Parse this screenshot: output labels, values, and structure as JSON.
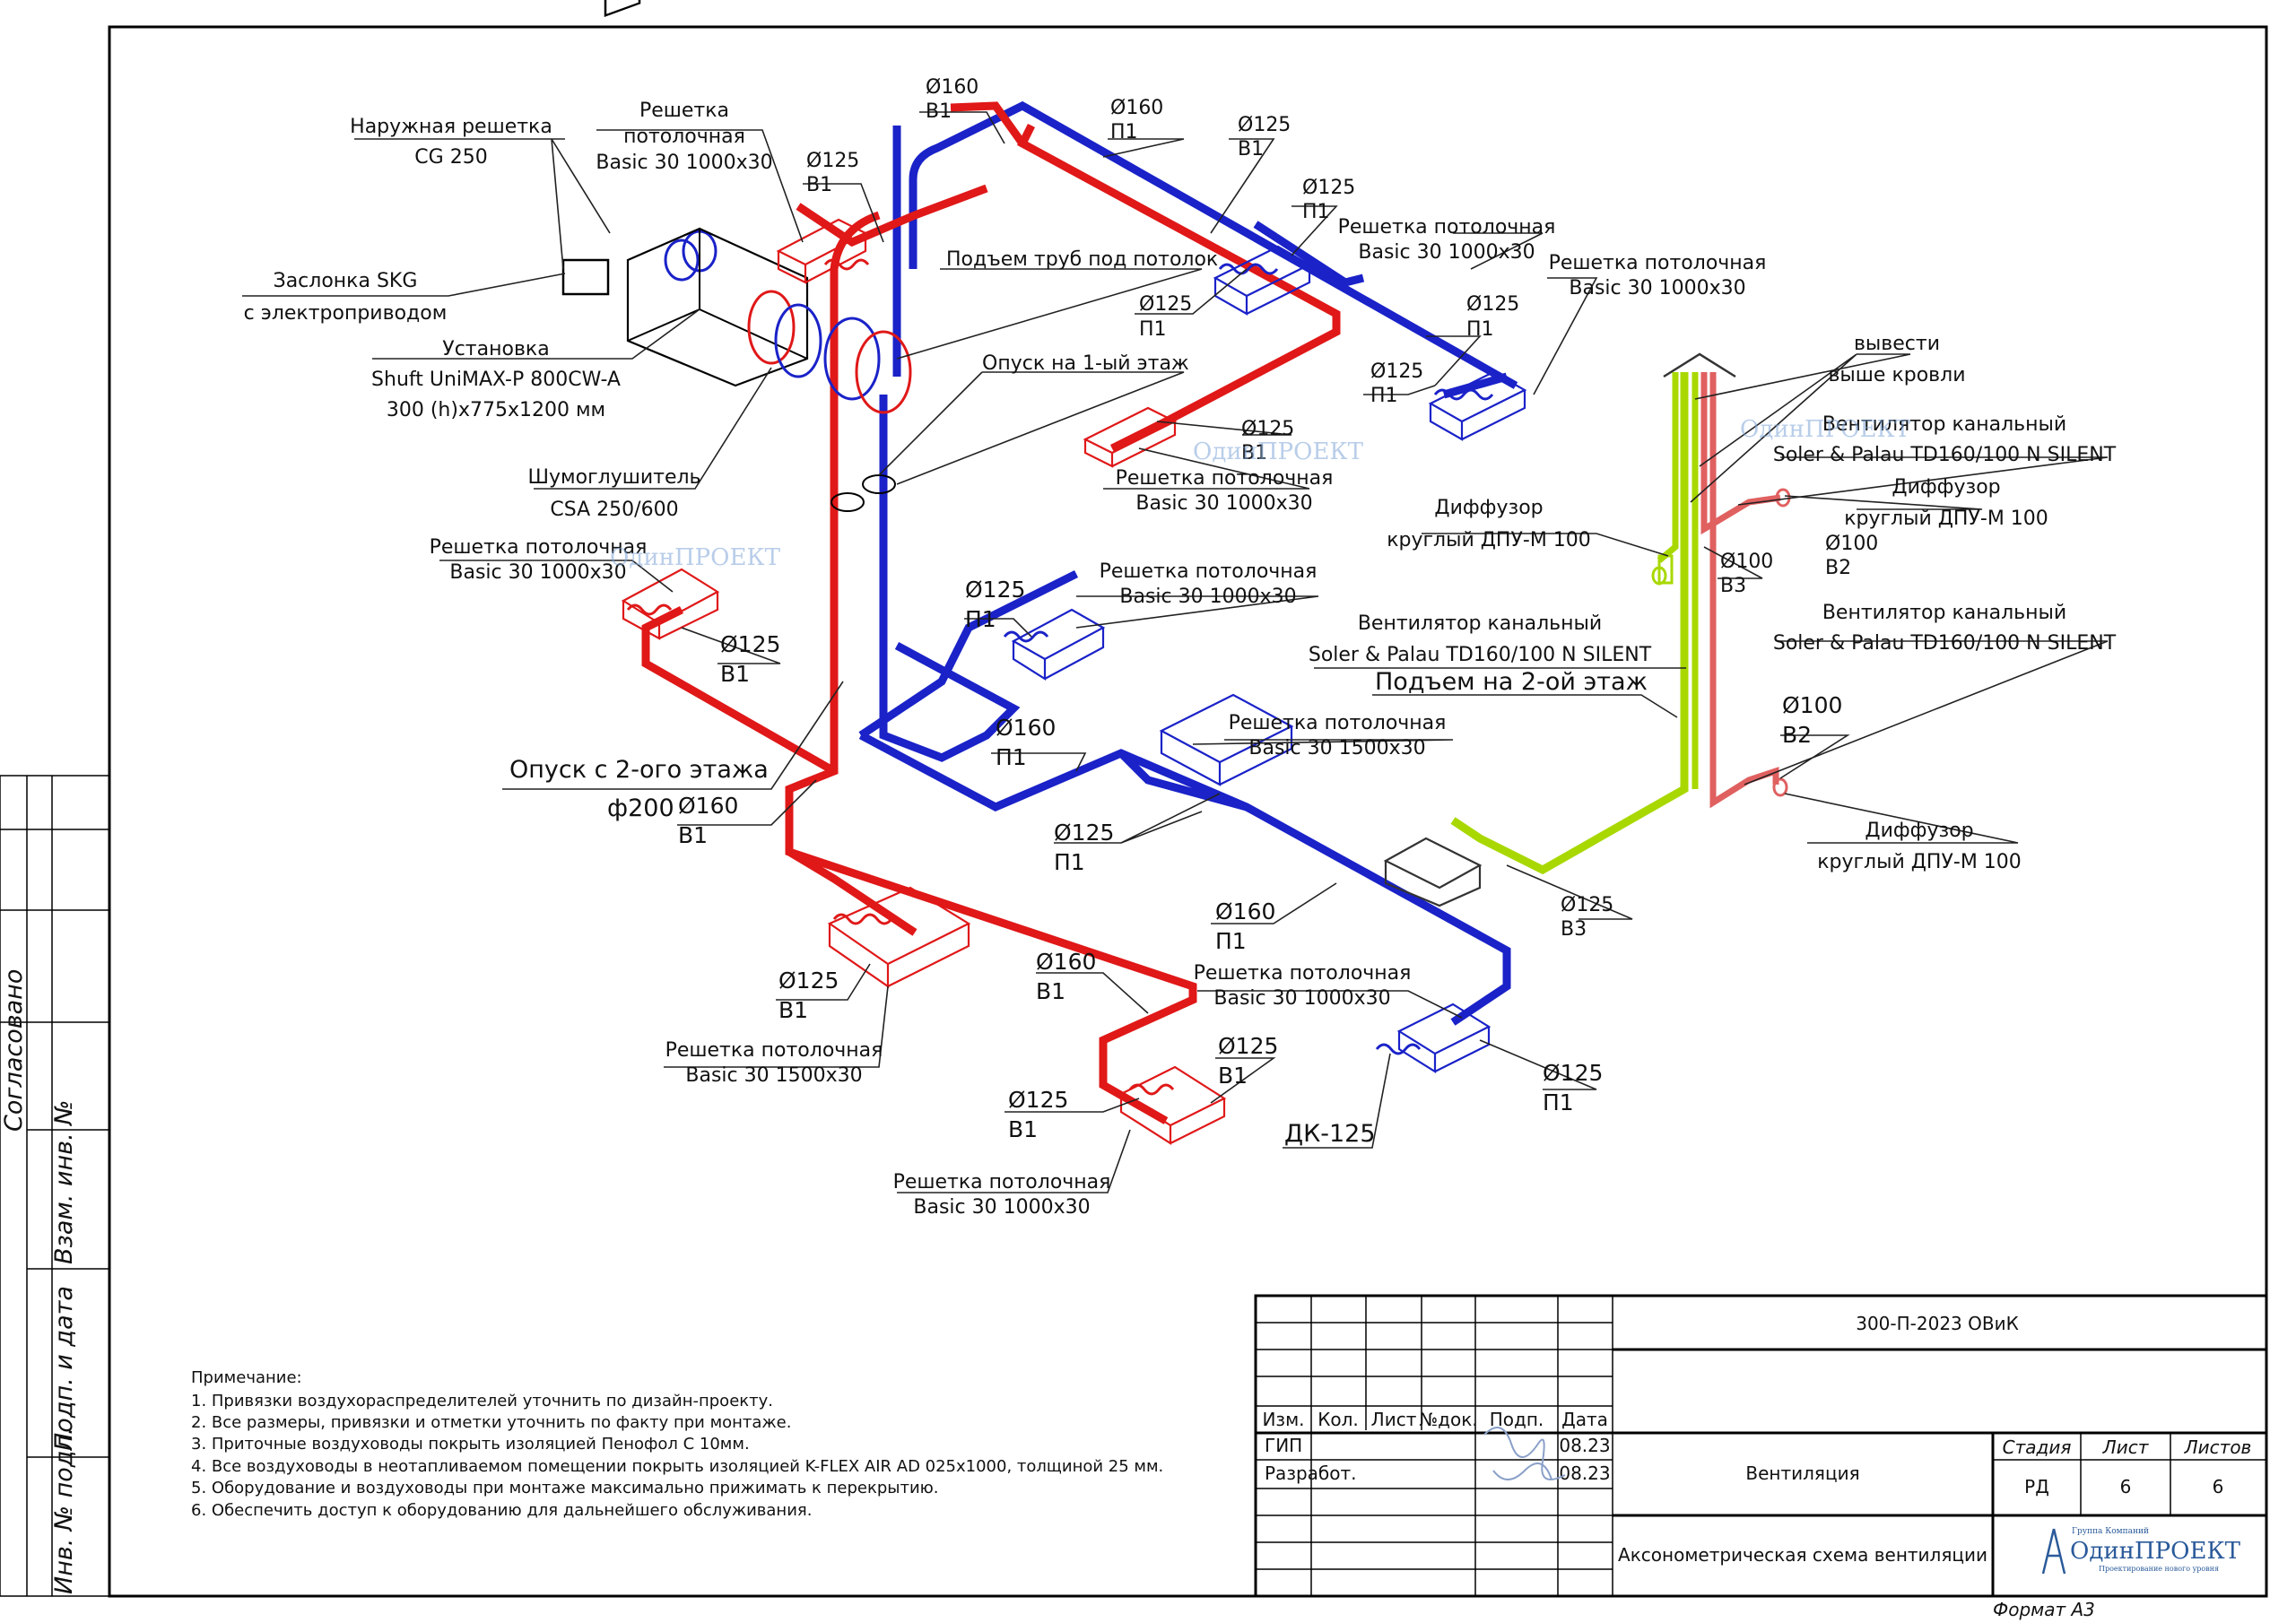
{
  "labels": {
    "outdoor_grille": [
      "Наружная решетка",
      "CG 250"
    ],
    "damper": [
      "Заслонка SKG",
      "с электроприводом"
    ],
    "unit": [
      "Установка",
      "Shuft UniMAX-P 800CW-A",
      "300 (h)x775x1200 мм"
    ],
    "silencer": [
      "Шумоглушитель",
      "CSA 250/600"
    ],
    "grille_top_left": [
      "Решетка",
      "потолочная",
      "Basic 30 1000x30"
    ],
    "d125_b1_top": [
      "Ø125",
      "В1"
    ],
    "d160_b1_top": [
      "Ø160",
      "В1"
    ],
    "d160_p1_top": [
      "Ø160",
      "П1"
    ],
    "d125_b1_right": [
      "Ø125",
      "В1"
    ],
    "d125_p1_a": [
      "Ø125",
      "П1"
    ],
    "grille_ceiling_1": [
      "Решетка потолочная",
      "Basic 30 1000x30"
    ],
    "grille_ceiling_2": [
      "Решетка потолочная",
      "Basic 30 1000x30"
    ],
    "lift_pipes": "Подъем труб под потолок",
    "down_first_floor": "Опуск на 1-ый этаж",
    "d125_p1_b": [
      "Ø125",
      "П1"
    ],
    "d125_p1_c": [
      "Ø125",
      "П1"
    ],
    "d125_p1_d": [
      "Ø125",
      "П1"
    ],
    "d125_b1_mid": [
      "Ø125",
      "В1"
    ],
    "grille_ceiling_3": [
      "Решетка потолочная",
      "Basic 30 1000x30"
    ],
    "grille_left": [
      "Решетка потолочная",
      "Basic 30 1000x30"
    ],
    "d125_b1_left": [
      "Ø125",
      "В1"
    ],
    "grille_ceiling_4": [
      "Решетка потолочная",
      "Basic 30 1000x30"
    ],
    "d125_p1_mid": [
      "Ø125",
      "П1"
    ],
    "down_second_floor": "Опуск с 2-ого этажа",
    "phi200": "ф200",
    "d160_b1_mid": [
      "Ø160",
      "В1"
    ],
    "d160_p1_mid": [
      "Ø160",
      "П1"
    ],
    "grille_1500_right": [
      "Решетка потолочная",
      "Basic 30 1500x30"
    ],
    "d125_p1_low": [
      "Ø125",
      "П1"
    ],
    "d160_p1_low": [
      "Ø160",
      "П1"
    ],
    "grille_ceiling_5": [
      "Решетка потолочная",
      "Basic 30 1000x30"
    ],
    "d125_b1_low": [
      "Ø125",
      "В1"
    ],
    "grille_1500_left": [
      "Решетка потолочная",
      "Basic 30 1500x30"
    ],
    "d160_b1_low": [
      "Ø160",
      "В1"
    ],
    "d125_b1_bottom_r": [
      "Ø125",
      "В1"
    ],
    "d125_b1_bottom_l": [
      "Ø125",
      "В1"
    ],
    "grille_ceiling_6": [
      "Решетка потолочная",
      "Basic 30 1000x30"
    ],
    "d125_p1_dk": [
      "Ø125",
      "П1"
    ],
    "dk125": "ДК-125",
    "roof_out": [
      "вывести",
      "выше кровли"
    ],
    "fan_top": [
      "Вентилятор канальный",
      "Soler & Palau TD160/100 N SILENT"
    ],
    "diffuser_right_top": [
      "Диффузор",
      "круглый ДПУ-М 100"
    ],
    "d100_b2_top": [
      "Ø100",
      "В2"
    ],
    "diffuser_left": [
      "Диффузор",
      "круглый ДПУ-М 100"
    ],
    "d100_b3": [
      "Ø100",
      "В3"
    ],
    "fan_mid": [
      "Вентилятор канальный",
      "Soler & Palau TD160/100 N SILENT"
    ],
    "fan_right": [
      "Вентилятор канальный",
      "Soler & Palau TD160/100 N SILENT"
    ],
    "lift_second_floor": "Подъем на 2-ой этаж",
    "d100_b2_low": [
      "Ø100",
      "В2"
    ],
    "diffuser_right_low": [
      "Диффузор",
      "круглый ДПУ-М 100"
    ],
    "d125_b3": [
      "Ø125",
      "В3"
    ]
  },
  "notes": {
    "title": "Примечание:",
    "items": [
      "1. Привязки воздухораспределителей уточнить по дизайн-проекту.",
      "2. Все размеры, привязки и отметки уточнить по факту при монтаже.",
      "3. Приточные воздуховоды покрыть изоляцией Пенофол С 10мм.",
      "4. Все воздуховоды в неотапливаемом помещении покрыть изоляцией K-FLEX AIR AD 025x1000, толщиной 25 мм.",
      "5. Оборудование и воздуховоды при монтаже максимально прижимать к перекрытию.",
      "6. Обеспечить доступ к оборудованию для дальнейшего обслуживания."
    ]
  },
  "side_stamp": {
    "agreed": "Согласовано",
    "vzam": "Взам. инв. №",
    "podp": "Подп. и дата",
    "inv": "Инв. № подл."
  },
  "title_block": {
    "code": "300-П-2023 ОВиК",
    "section": "Вентиляция",
    "sheet_title": "Аксонометрическая схема вентиляции",
    "cols": [
      "Изм.",
      "Кол.",
      "Лист",
      "№док.",
      "Подп.",
      "Дата"
    ],
    "rows": [
      {
        "role": "ГИП",
        "date": "08.23"
      },
      {
        "role": "Разработ.",
        "date": "08.23"
      }
    ],
    "stage_header": [
      "Стадия",
      "Лист",
      "Листов"
    ],
    "stage_values": [
      "РД",
      "6",
      "6"
    ],
    "company_small": "Группа Компаний",
    "company_name": "ОдинПРОЕКТ",
    "company_tagline": "Проектирование нового уровня",
    "format": "Формат А3"
  },
  "watermark": "ОдинПРОЕКТ",
  "colors": {
    "supply": "#1a22c8",
    "exhaust": "#e01818",
    "exhaust_local": "#a8d800",
    "exhaust_b2": "#e06060"
  }
}
